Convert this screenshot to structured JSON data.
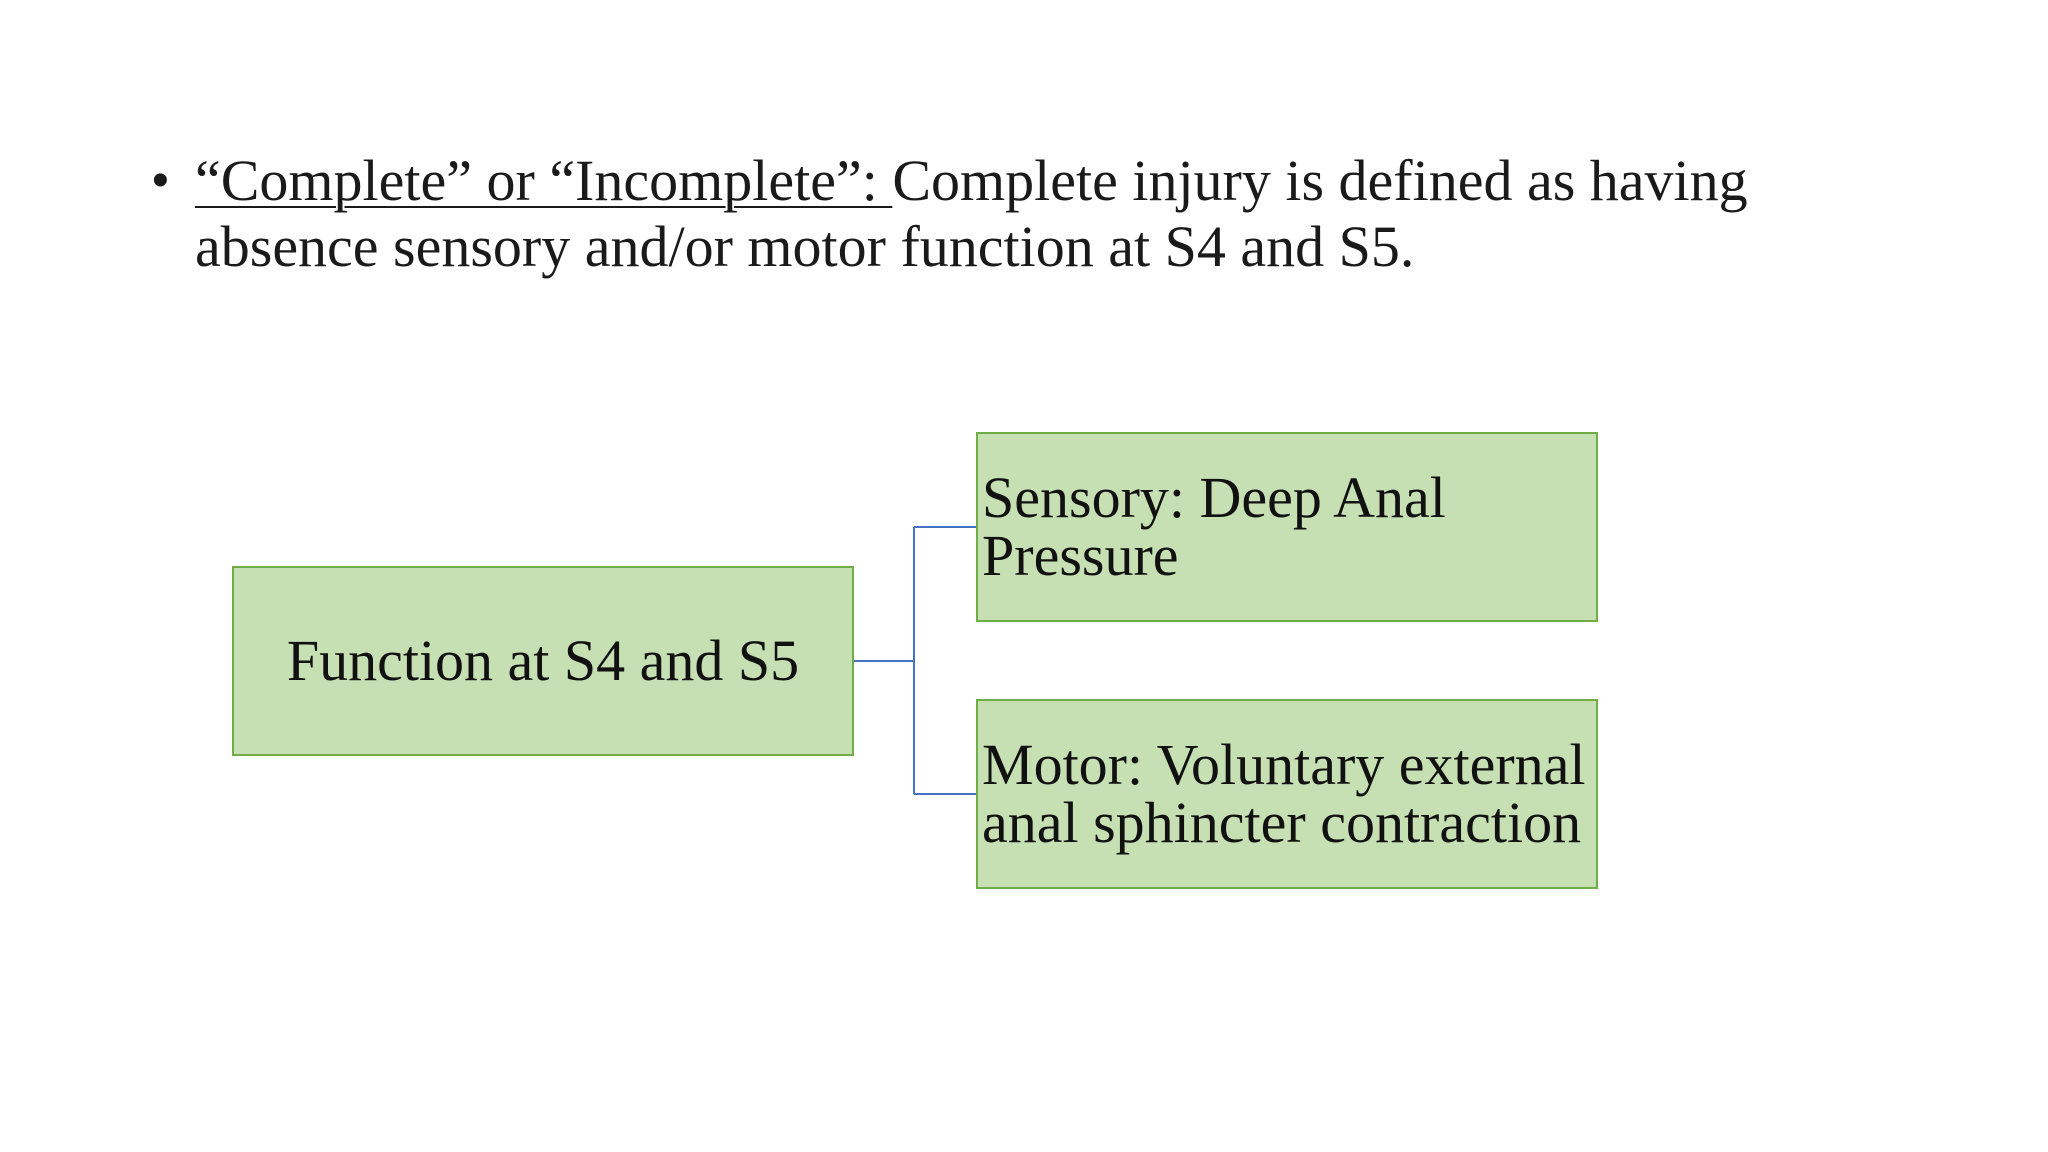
{
  "bullet": {
    "underlined_lead": "“Complete” or “Incomplete”: ",
    "body": "Complete injury is defined as having absence sensory and/or motor function at S4 and S5."
  },
  "diagram": {
    "root": "Function at S4 and S5",
    "children": [
      "Sensory: Deep Anal Pressure",
      "Motor: Voluntary external anal sphincter contraction"
    ],
    "colors": {
      "box_fill": "#c6e0b4",
      "box_border": "#70ad47",
      "connector": "#4472c4"
    }
  }
}
